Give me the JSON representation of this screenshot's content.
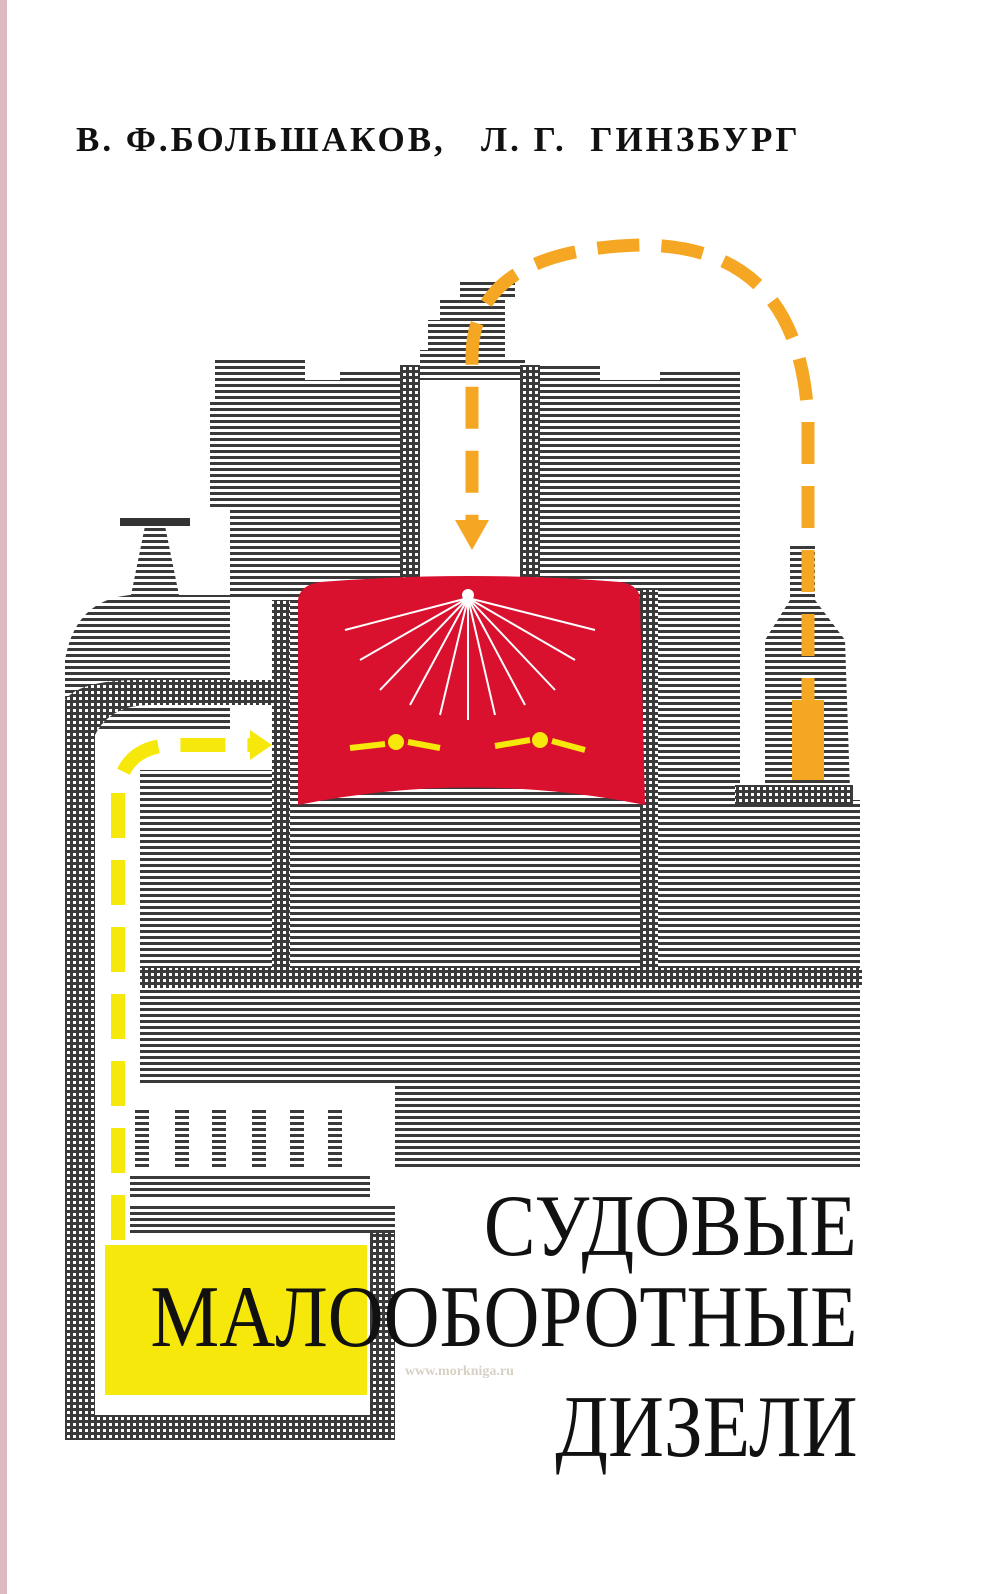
{
  "cover": {
    "authors": "В. Ф.БОЛЬШАКОВ,   Л. Г.  ГИНЗБУРГ",
    "title_lines": [
      "СУДОВЫЕ",
      "МАЛООБОРОТНЫЕ",
      "ДИЗЕЛИ"
    ],
    "watermark": "www.morkniga.ru"
  },
  "colors": {
    "combustion_chamber": "#d9102e",
    "air_flow": "#f5e80a",
    "exhaust_flow": "#f5a623",
    "spine": "#ddb9c0",
    "hatch": "#333333"
  }
}
